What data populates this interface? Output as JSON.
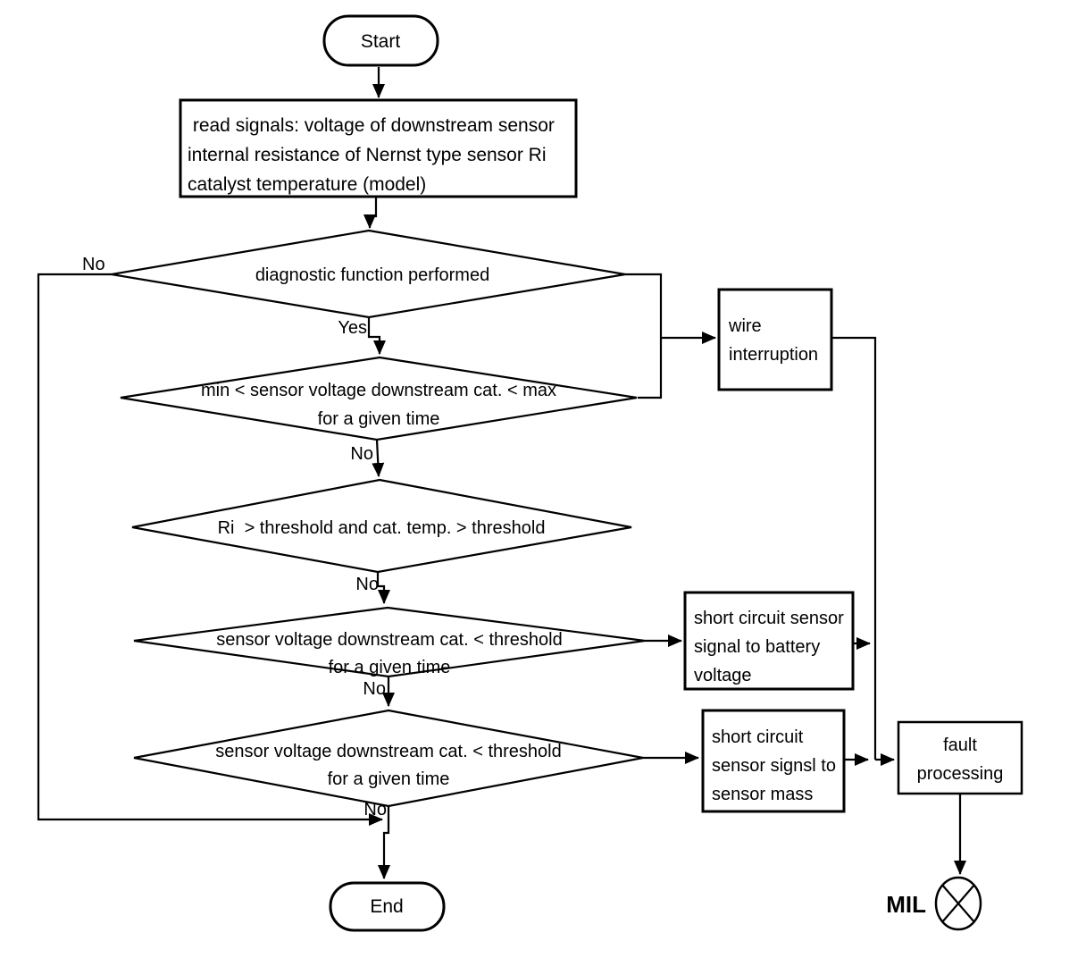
{
  "diagram": {
    "colors": {
      "stroke": "#000000",
      "background": "#ffffff"
    },
    "nodes": {
      "start": {
        "label": "Start"
      },
      "read_signals": {
        "line1": " read signals: voltage of downstream sensor",
        "line2": "internal resistance of Nernst type sensor Ri",
        "line3": "catalyst temperature (model)"
      },
      "decision_diagnostic": {
        "label": "diagnostic function performed"
      },
      "decision_voltage_range": {
        "line1": "min < sensor voltage downstream cat. < max",
        "line2": "for a given time"
      },
      "decision_ri_temp": {
        "label": "Ri  > threshold and cat. temp. > threshold"
      },
      "decision_voltage_battery": {
        "line1": "sensor voltage downstream cat. < threshold",
        "line2": "for a given time"
      },
      "decision_voltage_mass": {
        "line1": "sensor voltage downstream cat. < threshold",
        "line2": "for a given time"
      },
      "wire_interruption": {
        "line1": "wire",
        "line2": "interruption"
      },
      "short_circuit_battery": {
        "line1": "short circuit sensor",
        "line2": "signal to battery",
        "line3": "voltage"
      },
      "short_circuit_mass": {
        "line1": "short circuit",
        "line2": "sensor signsl to",
        "line3": "sensor mass"
      },
      "fault_processing": {
        "line1": "fault",
        "line2": "processing"
      },
      "end": {
        "label": "End"
      },
      "mil": {
        "label": "MIL"
      }
    },
    "edge_labels": {
      "diagnostic_no": "No",
      "diagnostic_yes": "Yes",
      "voltage_range_no": "No",
      "ri_temp_no": "No",
      "voltage_battery_no": "No",
      "voltage_mass_no": "No"
    }
  }
}
